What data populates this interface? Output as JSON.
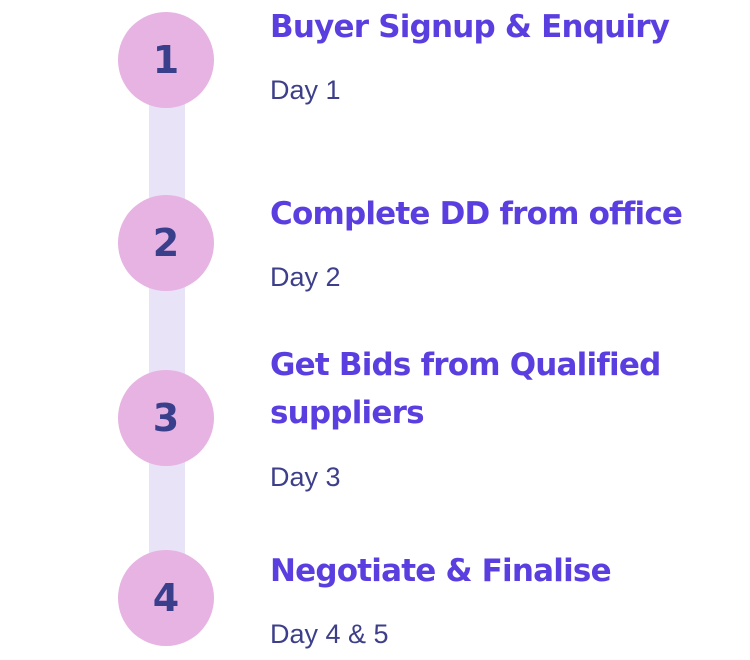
{
  "steps": [
    {
      "number": "1",
      "title_lines": [
        "Buyer Signup & Enquiry"
      ],
      "day": "Day 1"
    },
    {
      "number": "2",
      "title_lines": [
        "Complete DD from office"
      ],
      "day": "Day 2"
    },
    {
      "number": "3",
      "title_lines": [
        "Get Bids from Qualified",
        "suppliers"
      ],
      "day": "Day 3"
    },
    {
      "number": "4",
      "title_lines": [
        "Negotiate & Finalise"
      ],
      "day": "Day 4 & 5"
    }
  ],
  "colors": {
    "circle_fill": "#e6b3e3",
    "connector": "#e8e3f7",
    "title": "#5b3ee0",
    "number": "#3a3f8c",
    "day": "#3d3f8a"
  }
}
